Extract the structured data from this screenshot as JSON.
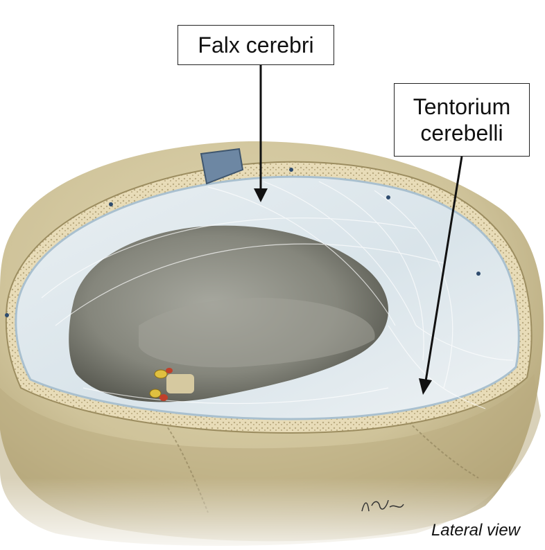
{
  "labels": {
    "falx": "Falx cerebri",
    "tentorium_line1": "Tentorium",
    "tentorium_line2": "cerebelli"
  },
  "caption": "Lateral view",
  "signature_text": "K. Wesker",
  "colors": {
    "bone": "#cfc39a",
    "bone_shadow": "#b3a67a",
    "diploe": "#e8dcb8",
    "dura": "#dfe8ee",
    "dura_edge": "#a9c0cf",
    "cavity": "#8e8f86",
    "cavity_dark": "#5e5f57",
    "vessel_red": "#c0402a",
    "vessel_yellow": "#e0c040",
    "arrow": "#111111"
  }
}
